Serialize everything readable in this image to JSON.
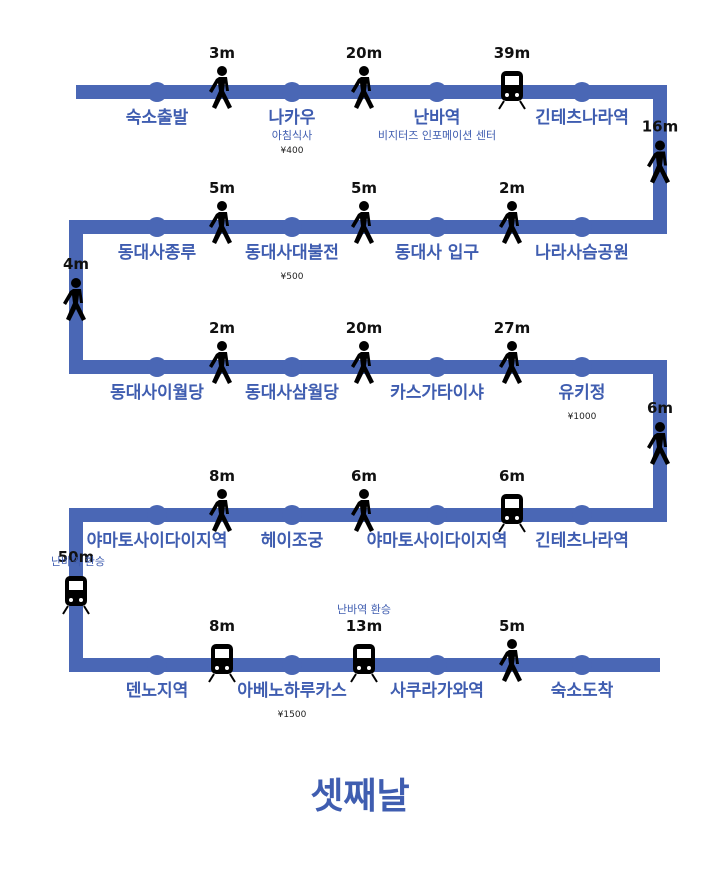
{
  "title": "셋째날",
  "colors": {
    "line": "#4a67b5",
    "dot": "#4a67b5",
    "text": "#3f5db0",
    "icon": "#000000"
  },
  "rows": [
    {
      "stops": [
        {
          "name": "숙소출발"
        },
        {
          "name": "나카우",
          "sub": "아침식사",
          "price": "¥400"
        },
        {
          "name": "난바역",
          "sub": "비지터즈 인포메이션 센터"
        },
        {
          "name": "긴테츠나라역"
        }
      ],
      "legs": [
        {
          "mode": "walk",
          "duration": "3m"
        },
        {
          "mode": "walk",
          "duration": "20m"
        },
        {
          "mode": "train",
          "duration": "39m"
        }
      ]
    },
    {
      "stops": [
        {
          "name": "동대사종루"
        },
        {
          "name": "동대사대불전",
          "price": "¥500"
        },
        {
          "name": "동대사 입구"
        },
        {
          "name": "나라사슴공원"
        }
      ],
      "legs": [
        {
          "mode": "walk",
          "duration": "5m"
        },
        {
          "mode": "walk",
          "duration": "5m"
        },
        {
          "mode": "walk",
          "duration": "2m"
        }
      ]
    },
    {
      "stops": [
        {
          "name": "동대사이월당"
        },
        {
          "name": "동대사삼월당"
        },
        {
          "name": "카스가타이샤"
        },
        {
          "name": "유키정",
          "price": "¥1000"
        }
      ],
      "legs": [
        {
          "mode": "walk",
          "duration": "2m"
        },
        {
          "mode": "walk",
          "duration": "20m"
        },
        {
          "mode": "walk",
          "duration": "27m"
        }
      ]
    },
    {
      "stops": [
        {
          "name": "야마토사이다이지역"
        },
        {
          "name": "헤이조궁"
        },
        {
          "name": "야마토사이다이지역"
        },
        {
          "name": "긴테츠나라역"
        }
      ],
      "legs": [
        {
          "mode": "walk",
          "duration": "8m"
        },
        {
          "mode": "walk",
          "duration": "6m"
        },
        {
          "mode": "train",
          "duration": "6m"
        }
      ]
    },
    {
      "stops": [
        {
          "name": "덴노지역"
        },
        {
          "name": "아베노하루카스",
          "price": "¥1500"
        },
        {
          "name": "사쿠라가와역"
        },
        {
          "name": "숙소도착"
        }
      ],
      "legs": [
        {
          "mode": "train",
          "duration": "8m"
        },
        {
          "mode": "train",
          "duration": "13m"
        },
        {
          "mode": "walk",
          "duration": "5m"
        }
      ]
    }
  ],
  "connectors": [
    {
      "side": "right",
      "mode": "walk",
      "duration": "16m"
    },
    {
      "side": "left",
      "mode": "walk",
      "duration": "4m"
    },
    {
      "side": "right",
      "mode": "walk",
      "duration": "6m"
    },
    {
      "side": "left",
      "mode": "train",
      "duration": "50m",
      "note": "난바역 환승"
    }
  ],
  "notes": [
    {
      "text": "난바역 환승",
      "row": 4,
      "leg": 1
    }
  ]
}
